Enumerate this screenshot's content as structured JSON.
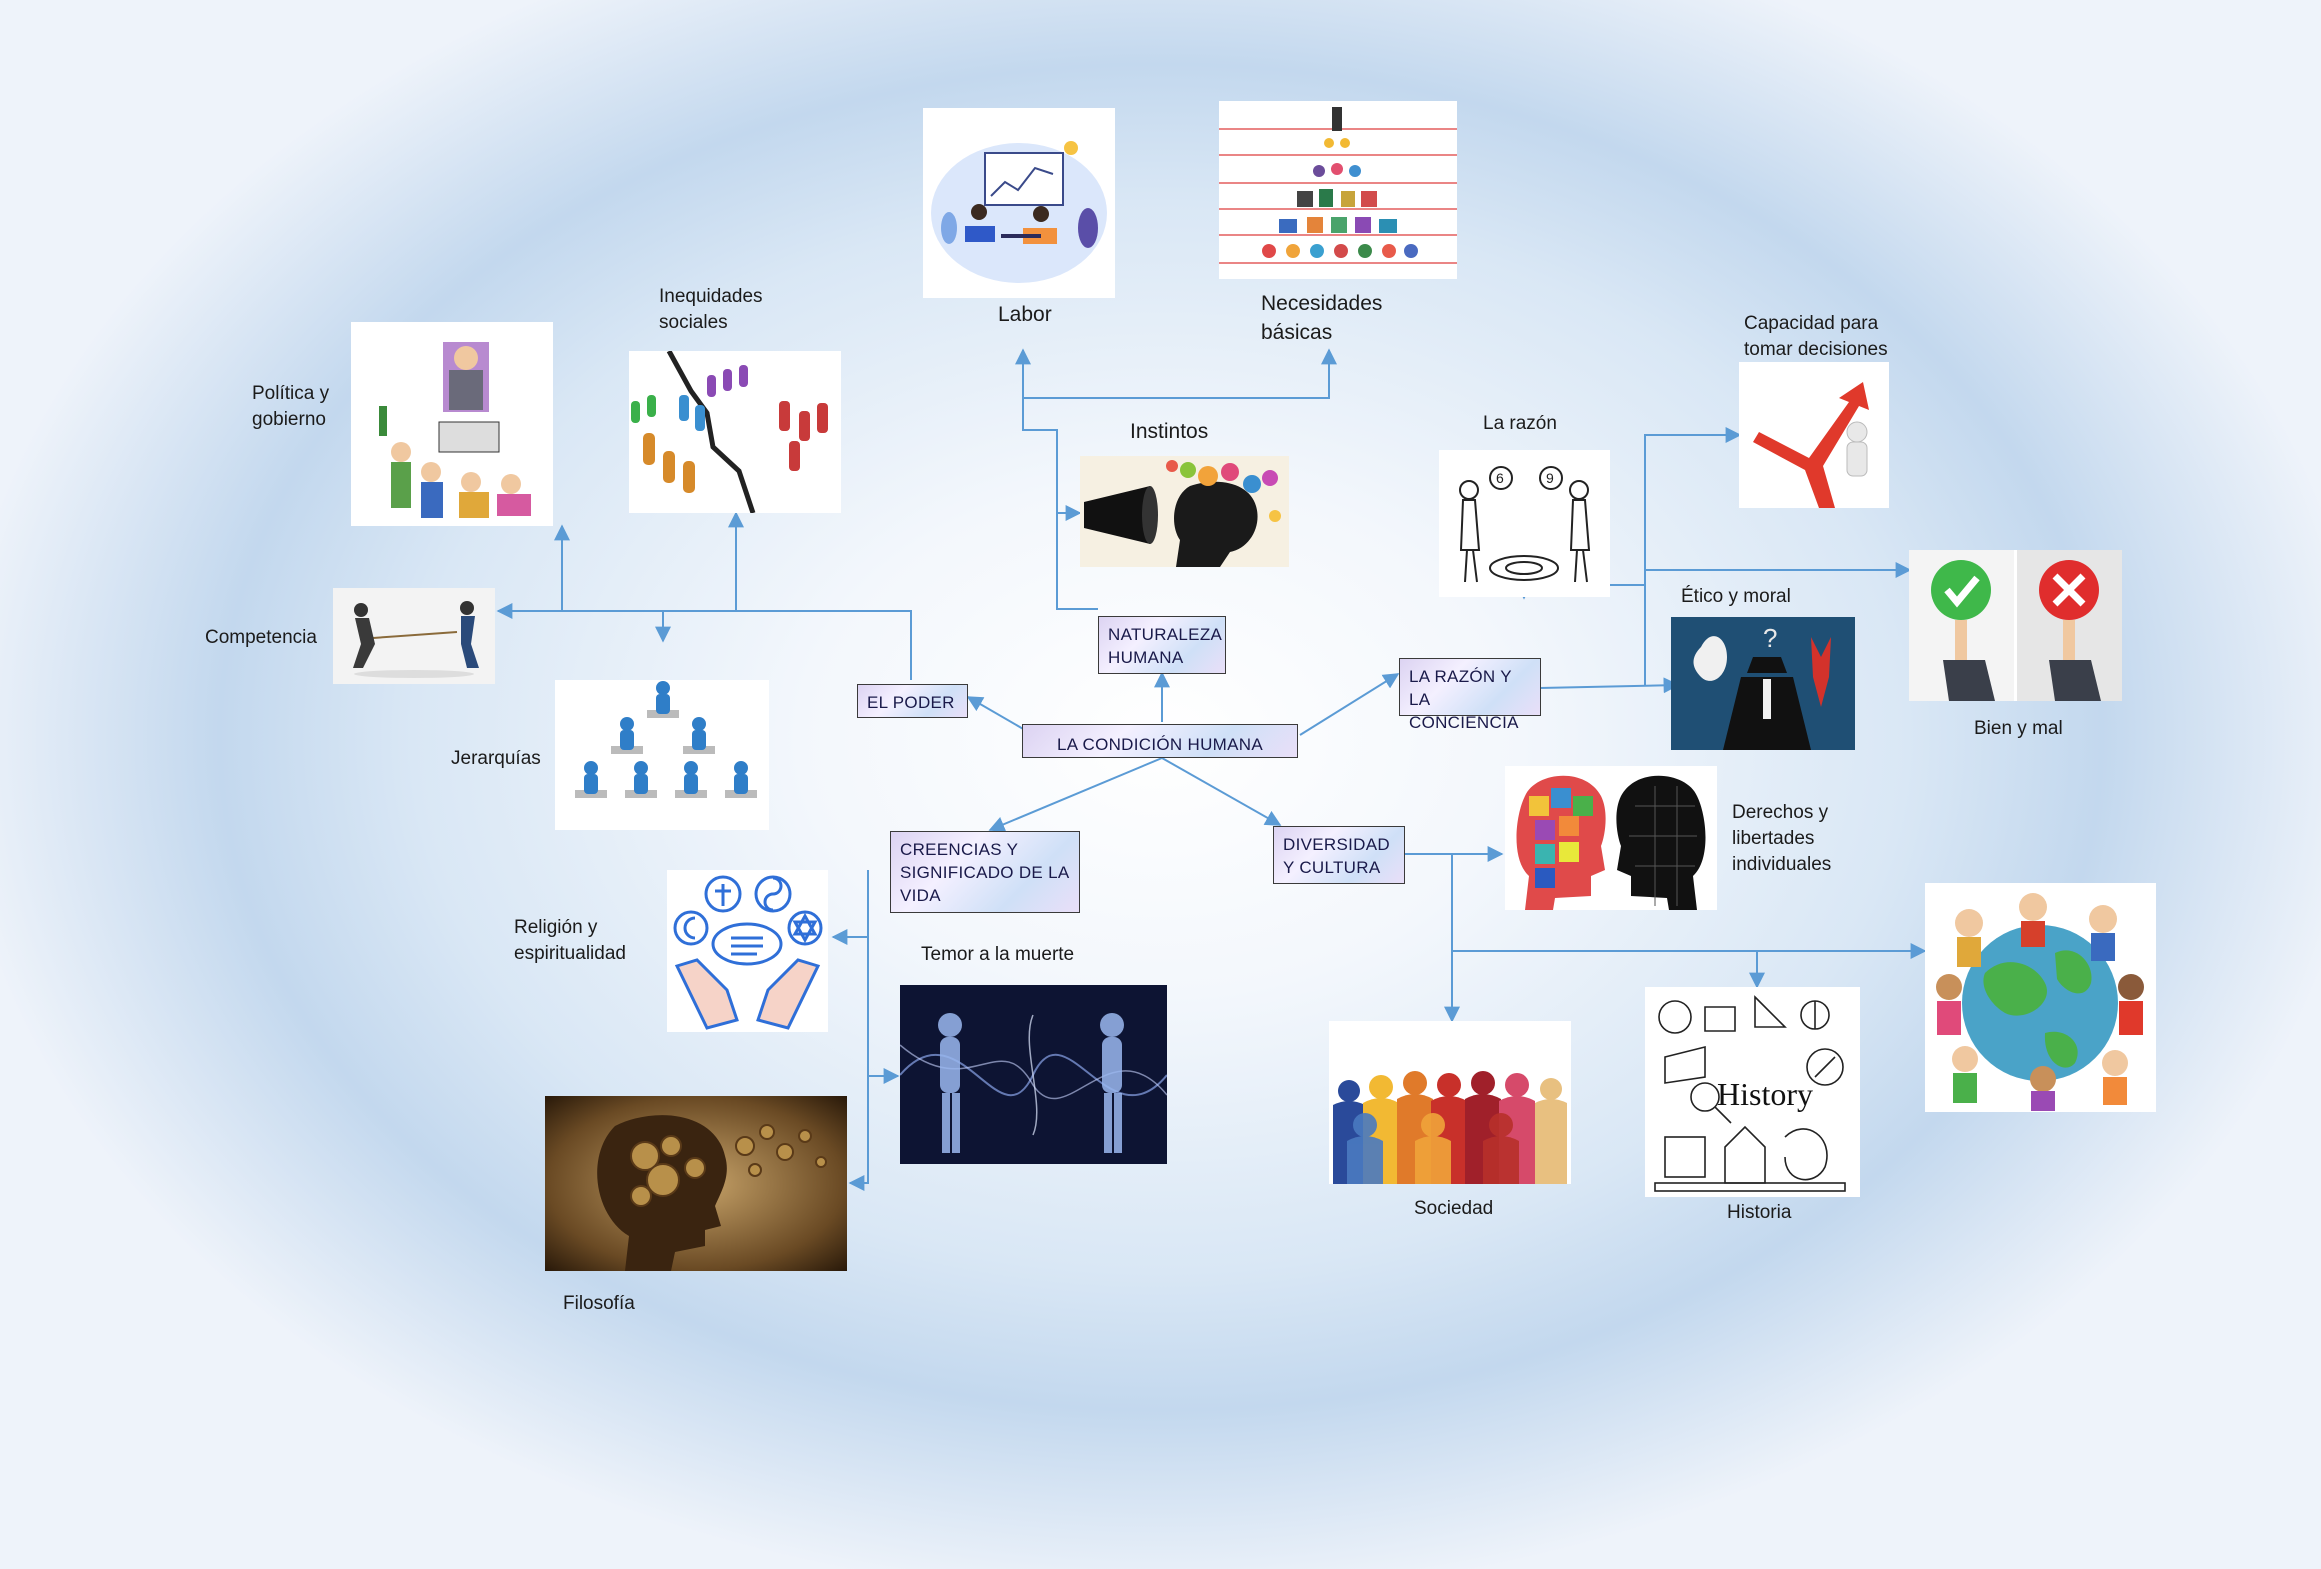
{
  "central": "LA CONDICIÓN HUMANA",
  "branches": {
    "poder": "EL PODER",
    "naturaleza": "NATURALEZA HUMANA",
    "razon": "LA RAZÓN Y LA CONCIENCIA",
    "creencias": "CREENCIAS Y SIGNIFICADO DE LA VIDA",
    "diversidad": "DIVERSIDAD Y CULTURA"
  },
  "labels": {
    "labor": "Labor",
    "necesidades": "Necesidades básicas",
    "instintos": "Instintos",
    "inequidades": "Inequidades sociales",
    "politica": "Política y gobierno",
    "competencia": "Competencia",
    "jerarquias": "Jerarquías",
    "razon": "La razón",
    "capacidad": "Capacidad para tomar decisiones",
    "etico": "Ético y moral",
    "bien_mal": "Bien y mal",
    "derechos": "Derechos y libertades individuales",
    "sociedad": "Sociedad",
    "historia": "Historia",
    "religion": "Religión y espiritualidad",
    "temor": "Temor a la muerte",
    "filosofia": "Filosofía",
    "history_word": "History"
  },
  "colors": {
    "connector": "#5b9bd5",
    "node_border": "#3a3a3a"
  }
}
